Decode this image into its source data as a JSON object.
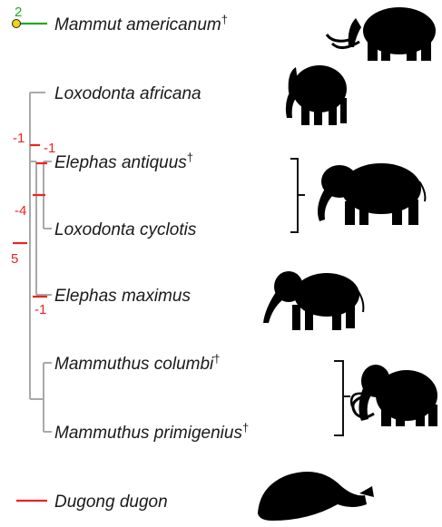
{
  "colors": {
    "branch": "#a9a9a9",
    "negative_marker": "#ee2222",
    "positive_marker": "#22aa22",
    "node_dot": "#f2d21a",
    "silhouette": "#000000",
    "label": "#1a1a1a"
  },
  "taxa": [
    {
      "name": "Mammut americanum",
      "extinct_mark": "†"
    },
    {
      "name": "Loxodonta africana",
      "extinct_mark": ""
    },
    {
      "name": "Elephas antiquus",
      "extinct_mark": "†"
    },
    {
      "name": "Loxodonta cyclotis",
      "extinct_mark": ""
    },
    {
      "name": "Elephas maximus",
      "extinct_mark": ""
    },
    {
      "name": "Mammuthus columbi",
      "extinct_mark": "†"
    },
    {
      "name": "Mammuthus primigenius",
      "extinct_mark": "†"
    },
    {
      "name": "Dugong dugon",
      "extinct_mark": ""
    }
  ],
  "branch_values": [
    {
      "label": "2",
      "color": "positive"
    },
    {
      "label": "-1",
      "color": "negative"
    },
    {
      "label": "-1",
      "color": "negative"
    },
    {
      "label": "-4",
      "color": "negative"
    },
    {
      "label": "5",
      "color": "negative"
    },
    {
      "label": "-1",
      "color": "negative"
    }
  ],
  "silhouettes": [
    "mastodon-silhouette",
    "african-elephant-silhouette",
    "straight-tusked-elephant-silhouette",
    "asian-elephant-silhouette",
    "woolly-mammoth-silhouette",
    "dugong-silhouette"
  ]
}
